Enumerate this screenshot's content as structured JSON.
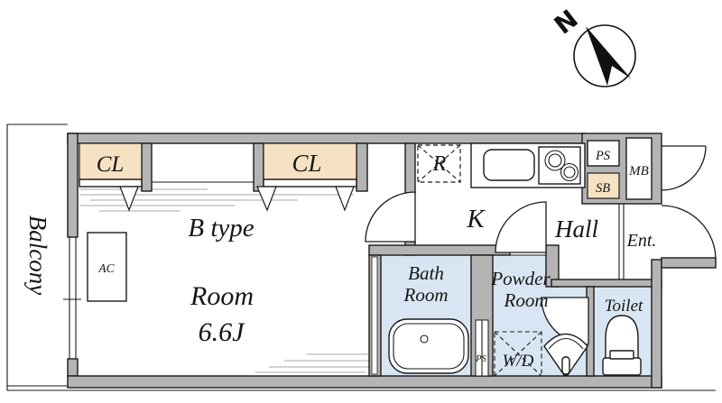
{
  "compass": {
    "north": "N"
  },
  "labels": {
    "balcony": "Balcony",
    "closet_left": "CL",
    "closet_center": "CL",
    "ac_unit": "AC",
    "room_type": "B type",
    "room_name": "Room",
    "room_size": "6.6J",
    "fridge": "R",
    "kitchen": "K",
    "hall": "Hall",
    "entrance": "Ent.",
    "pipe_space_top": "PS",
    "shoe_box": "SB",
    "meter_box": "MB",
    "bath_line1": "Bath",
    "bath_line2": "Room",
    "powder_line1": "Powder",
    "powder_line2": "Room",
    "pipe_space_bottom": "PS",
    "washer_dryer": "W/D",
    "toilet": "Toilet"
  },
  "colors": {
    "wall": "#b4b4b4",
    "outline": "#1a1a1a",
    "closet-fill": "#f6e2c2",
    "wet-fill": "#d8e6f3",
    "hatch": "#a9a9a9"
  }
}
